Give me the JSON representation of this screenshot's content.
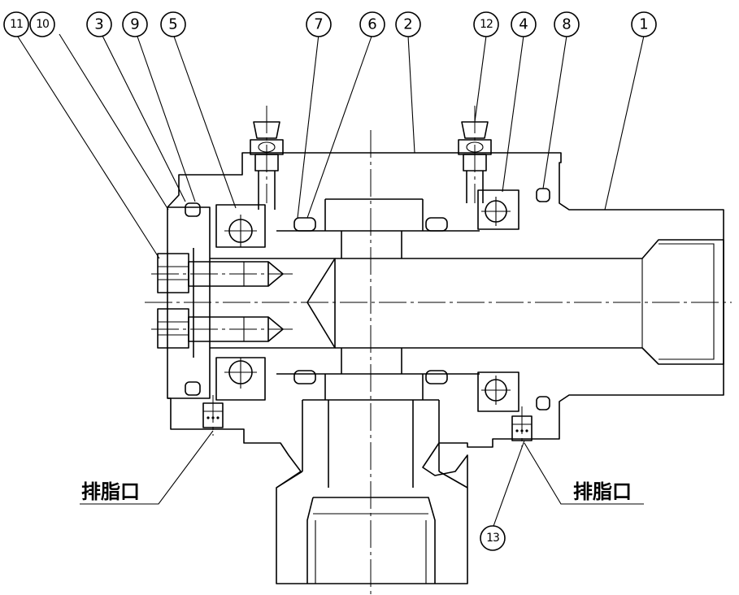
{
  "balloons": [
    "11",
    "10",
    "3",
    "9",
    "5",
    "7",
    "6",
    "2",
    "12",
    "4",
    "8",
    "1",
    "13"
  ],
  "drain_labels": [
    "排脂口",
    "排脂口"
  ]
}
